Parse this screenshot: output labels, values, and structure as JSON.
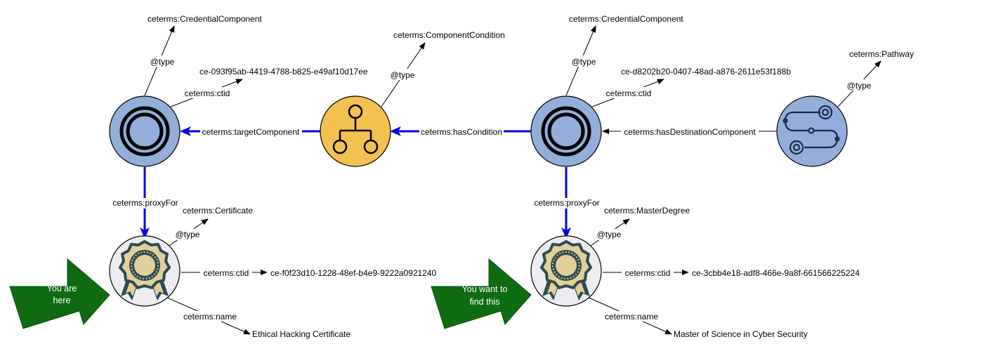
{
  "colors": {
    "node_blue": "#93aedb",
    "node_yellow": "#f2c14e",
    "node_cert_fill": "#ececf1",
    "edge_blue": "#0000ee",
    "callout_green": "#0e6b12",
    "badge_gold": "#e3cf9a",
    "badge_dark": "#2d4c50"
  },
  "nodes": {
    "comp1": {
      "icon": "credential-component-icon"
    },
    "condition": {
      "icon": "component-condition-icon"
    },
    "comp2": {
      "icon": "credential-component-icon"
    },
    "pathway": {
      "icon": "pathway-icon"
    },
    "cert1": {
      "icon": "certificate-badge-icon"
    },
    "cert2": {
      "icon": "certificate-badge-icon"
    }
  },
  "labels": {
    "comp1_type_value": "ceterms:CredentialComponent",
    "comp1_type_prop": "@type",
    "comp1_ctid_prop": "ceterms:ctid",
    "comp1_ctid_value": "ce-093f95ab-4419-4788-b825-e49af10d17ee",
    "cond_type_value": "ceterms:ComponentCondition",
    "cond_type_prop": "@type",
    "target_component": "ceterms:targetComponent",
    "has_condition": "ceterms:hasCondition",
    "comp2_type_value": "ceterms:CredentialComponent",
    "comp2_type_prop": "@type",
    "comp2_ctid_prop": "ceterms:ctid",
    "comp2_ctid_value": "ce-d8202b20-0407-48ad-a876-2611e53f188b",
    "has_destination": "ceterms:hasDestinationComponent",
    "pathway_type_value": "ceterms:Pathway",
    "pathway_type_prop": "@type",
    "proxy_for_1": "ceterms:proxyFor",
    "cert1_type_value": "ceterms:Certificate",
    "cert1_type_prop": "@type",
    "cert1_ctid_prop": "ceterms:ctid",
    "cert1_ctid_value": "ce-f0f23d10-1228-48ef-b4e9-9222a0921240",
    "cert1_name_prop": "ceterms:name",
    "cert1_name_value": "Ethical Hacking Certificate",
    "proxy_for_2": "ceterms:proxyFor",
    "cert2_type_value": "ceterms:MasterDegree",
    "cert2_type_prop": "@type",
    "cert2_ctid_prop": "ceterms:ctid",
    "cert2_ctid_value": "ce-3cbb4e18-adf8-466e-9a8f-661566225224",
    "cert2_name_prop": "ceterms:name",
    "cert2_name_value": "Master of Science in Cyber Security"
  },
  "callouts": {
    "here_line1": "You are",
    "here_line2": "here",
    "find_line1": "You want to",
    "find_line2": "find this"
  }
}
